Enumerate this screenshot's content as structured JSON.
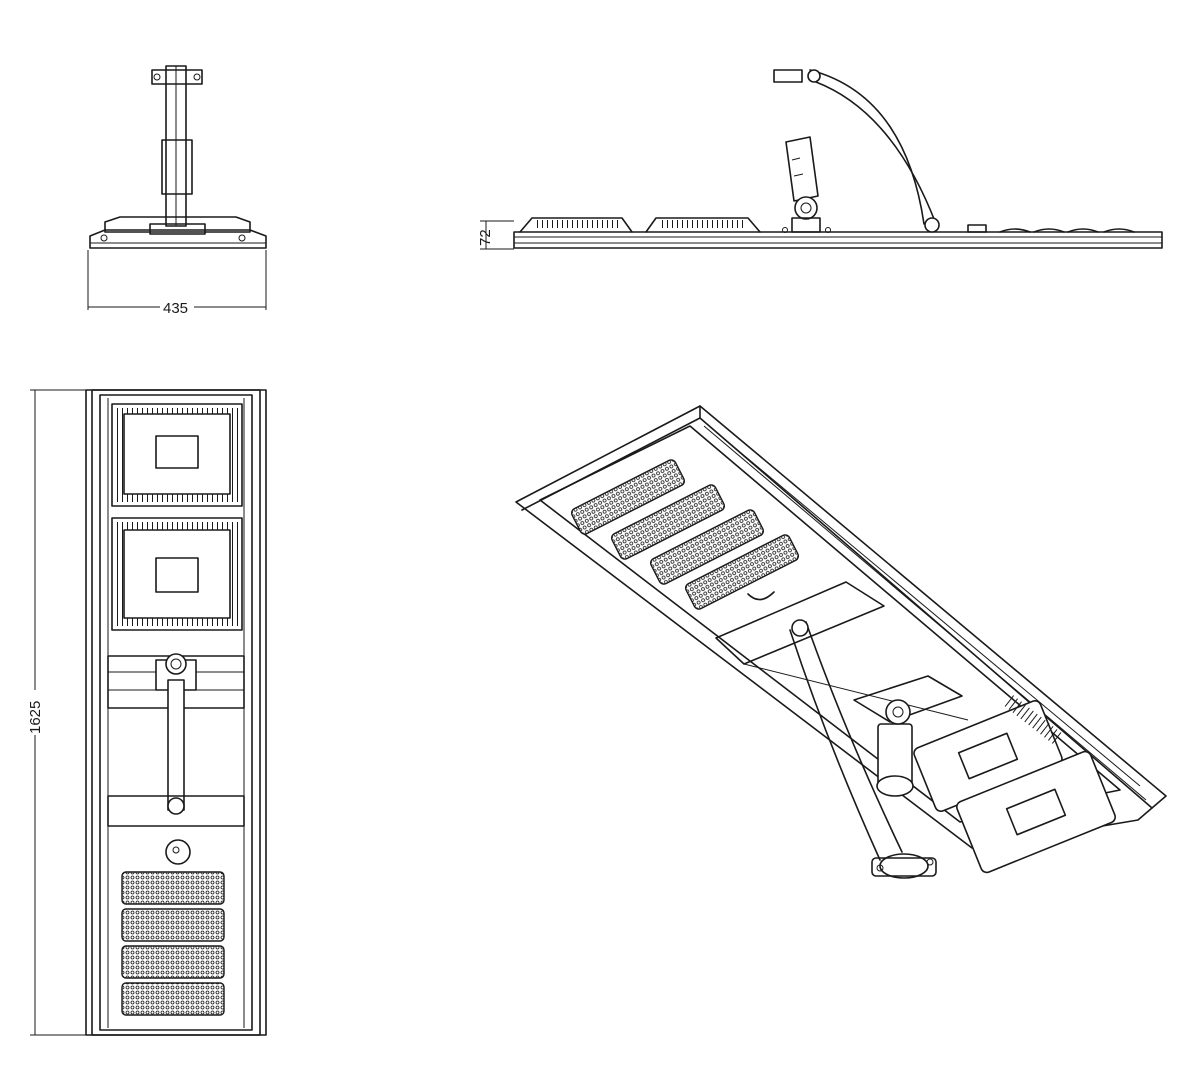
{
  "dimensions": {
    "width_label": "435",
    "length_label": "1625",
    "height_label": "72"
  },
  "views": [
    "front-view",
    "side-view",
    "top-view",
    "isometric-view"
  ],
  "colors": {
    "line": "#1a1a1a",
    "background": "#ffffff"
  }
}
